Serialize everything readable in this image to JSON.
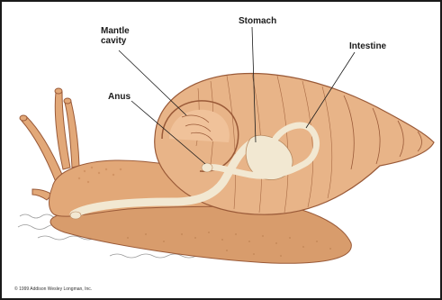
{
  "labels": {
    "mantle_cavity_line1": "Mantle",
    "mantle_cavity_line2": "cavity",
    "stomach": "Stomach",
    "intestine": "Intestine",
    "anus": "Anus"
  },
  "copyright": "© 1999 Addison Wesley Longman, Inc.",
  "colors": {
    "body": "#e2a878",
    "body_dark": "#c98858",
    "shell": "#e8b488",
    "shell_stroke": "#9a5a38",
    "gut": "#f2e8d2",
    "ground": "#9a9a9a",
    "frame": "#1a1a1a"
  }
}
